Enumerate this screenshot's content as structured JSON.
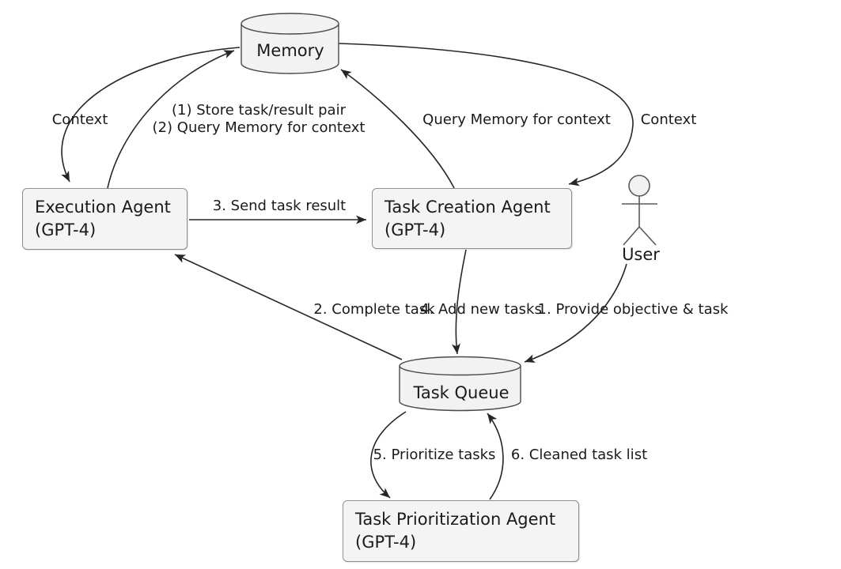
{
  "diagram": {
    "type": "agent-architecture-flow-diagram",
    "background": "#ffffff",
    "colors": {
      "node_fill": "#f4f4f4",
      "node_border": "#8f8f8f",
      "cylinder_fill": "#f2f2f2",
      "cylinder_stroke": "#4a4a4a",
      "edge_line": "#262626",
      "text": "#1a1a1a"
    },
    "nodes": {
      "memory": {
        "label": "Memory",
        "shape": "cylinder"
      },
      "task_queue": {
        "label": "Task Queue",
        "shape": "cylinder"
      },
      "execution_agent": {
        "name": "Execution Agent",
        "model": "(GPT-4)",
        "shape": "box"
      },
      "task_creation_agent": {
        "name": "Task Creation Agent",
        "model": "(GPT-4)",
        "shape": "box"
      },
      "task_prioritization_agent": {
        "name": "Task Prioritization Agent",
        "model": "(GPT-4)",
        "shape": "box"
      },
      "user": {
        "label": "User",
        "shape": "actor"
      }
    },
    "edges": {
      "memory_to_execution": {
        "from": "Memory",
        "to": "Execution Agent",
        "label": "Context"
      },
      "execution_to_memory": {
        "from": "Execution Agent",
        "to": "Memory",
        "label_line1": "(1) Store task/result pair",
        "label_line2": "(2) Query Memory for context"
      },
      "creation_to_memory": {
        "from": "Task Creation Agent",
        "to": "Memory",
        "label": "Query Memory for context"
      },
      "memory_to_creation": {
        "from": "Memory",
        "to": "Task Creation Agent",
        "label": "Context"
      },
      "execution_to_creation": {
        "from": "Execution Agent",
        "to": "Task Creation Agent",
        "label": "3. Send task result"
      },
      "queue_to_execution": {
        "from": "Task Queue",
        "to": "Execution Agent",
        "label": "2. Complete task"
      },
      "creation_to_queue": {
        "from": "Task Creation Agent",
        "to": "Task Queue",
        "label": "4. Add new tasks"
      },
      "user_to_queue": {
        "from": "User",
        "to": "Task Queue",
        "label": "1. Provide objective & task"
      },
      "queue_to_prioritization": {
        "from": "Task Queue",
        "to": "Task Prioritization Agent",
        "label": "5. Prioritize tasks"
      },
      "prioritization_to_queue": {
        "from": "Task Prioritization Agent",
        "to": "Task Queue",
        "label": "6. Cleaned task list"
      }
    }
  }
}
